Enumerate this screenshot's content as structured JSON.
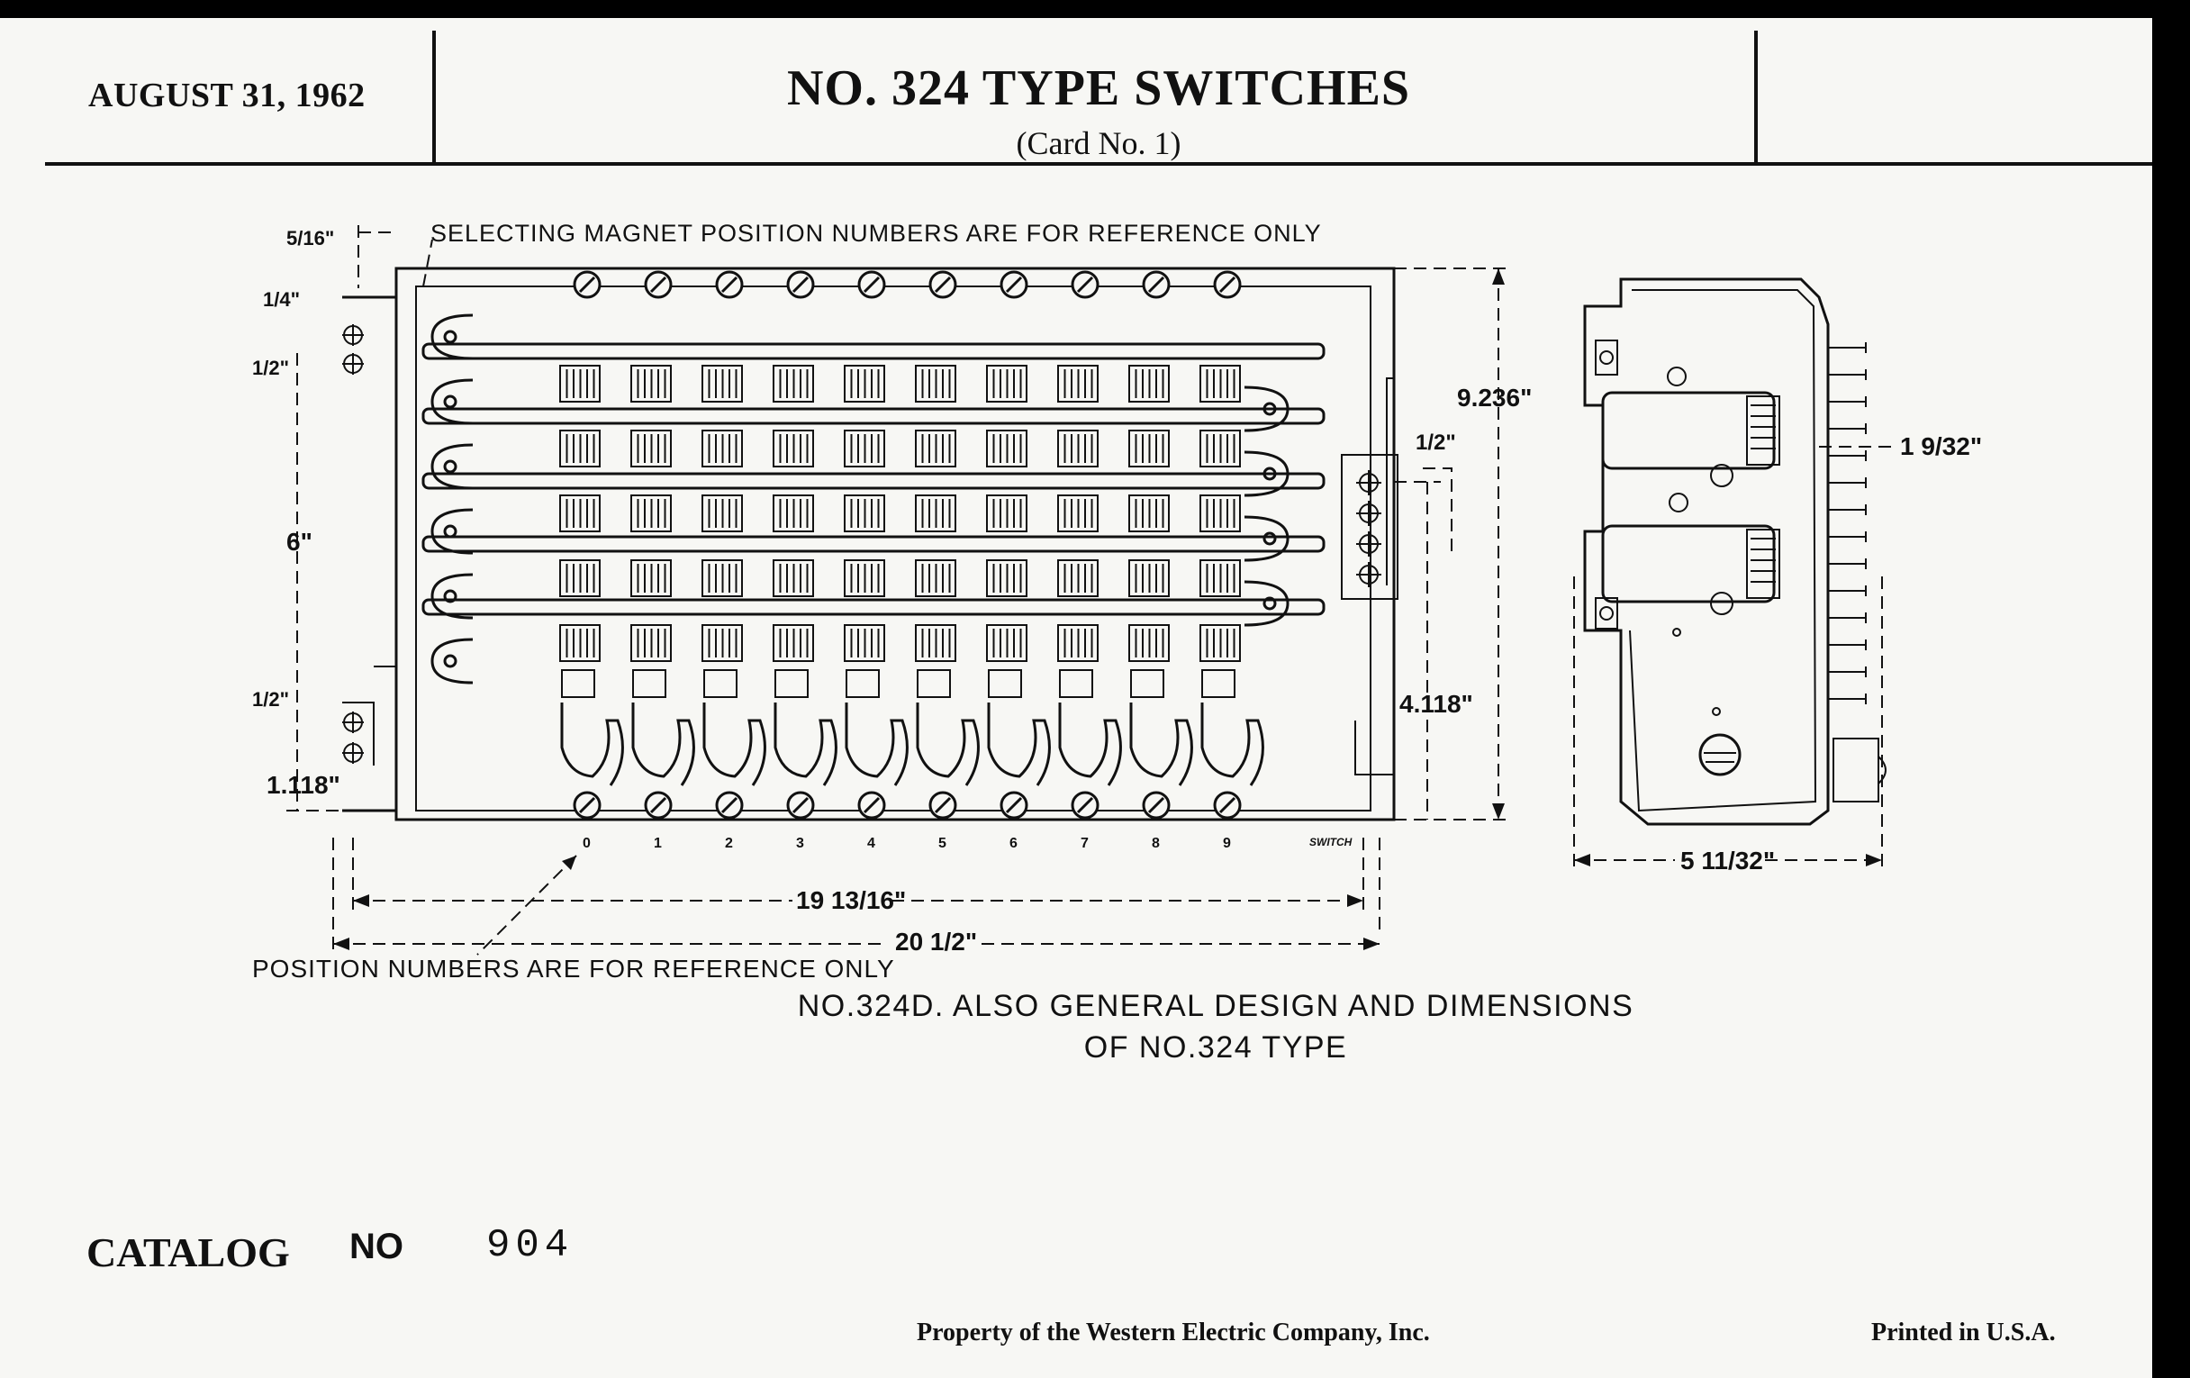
{
  "header": {
    "date": "AUGUST 31, 1962",
    "title": "NO. 324 TYPE SWITCHES",
    "subtitle": "(Card No. 1)"
  },
  "drawing": {
    "note_top": "SELECTING MAGNET POSITION NUMBERS ARE FOR REFERENCE ONLY",
    "note_bottom": "POSITION NUMBERS ARE FOR REFERENCE ONLY",
    "caption_line1": "NO.324D. ALSO GENERAL DESIGN  AND DIMENSIONS",
    "caption_line2": "OF NO.324 TYPE",
    "position_numbers": [
      "0",
      "1",
      "2",
      "3",
      "4",
      "5",
      "6",
      "7",
      "8",
      "9"
    ],
    "switch_label": "SWITCH",
    "dimensions": {
      "height_total": "9.236\"",
      "height_lower": "4.118\"",
      "width_inner": "19 13/16\"",
      "width_total": "20 1/2\"",
      "left_span": "6\"",
      "left_bottom": "1.118\"",
      "side_width": "5 11/32\"",
      "side_offset": "1 9/32\"",
      "hole_spacing": "1/2\"",
      "top_offset": "5/16\"",
      "top_quarter": "1/4\""
    }
  },
  "catalog": {
    "label": "CATALOG",
    "no_label": "NO",
    "number": "904"
  },
  "footer": {
    "property": "Property of the Western Electric Company, Inc.",
    "printed": "Printed in U.S.A."
  }
}
